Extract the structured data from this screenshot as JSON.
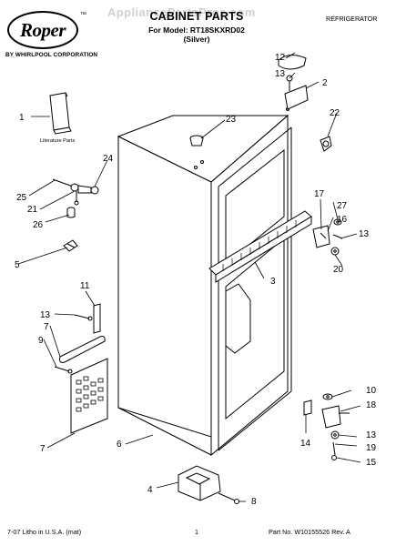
{
  "header": {
    "watermark": "AppliancePartsPros.com",
    "brand": "Roper",
    "brand_tm": "™",
    "corporation": "BY WHIRLPOOL CORPORATION",
    "title": "CABINET PARTS",
    "model_line": "For Model: RT18SKXRD02",
    "color_line": "(Silver)",
    "category": "REFRIGERATOR"
  },
  "diagram": {
    "literature_label": "Literature Parts",
    "callouts": [
      "1",
      "2",
      "3",
      "4",
      "5",
      "6",
      "7",
      "7",
      "8",
      "9",
      "10",
      "11",
      "12",
      "13",
      "13",
      "13",
      "13",
      "14",
      "15",
      "16",
      "17",
      "18",
      "19",
      "20",
      "21",
      "22",
      "23",
      "24",
      "25",
      "26",
      "27"
    ]
  },
  "footer": {
    "left": "7-07 Litho in U.S.A. (mat)",
    "center": "1",
    "right": "Part No. W10155526 Rev. A"
  }
}
